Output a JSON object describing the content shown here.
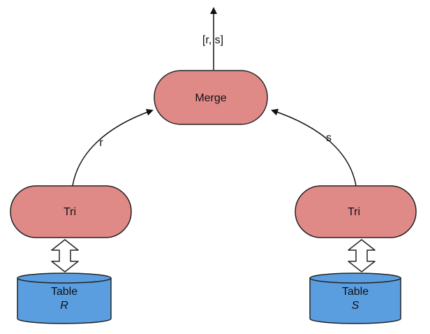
{
  "colors": {
    "operator_fill": "#e08a88",
    "operator_stroke": "#222222",
    "table_fill": "#5b9ee0",
    "table_stroke": "#222222",
    "edge_stroke": "#111111",
    "double_arrow_fill": "#ffffff"
  },
  "nodes": {
    "merge": {
      "label": "Merge"
    },
    "tri_left": {
      "label": "Tri"
    },
    "tri_right": {
      "label": "Tri"
    },
    "table_left": {
      "label": "Table",
      "name": "R"
    },
    "table_right": {
      "label": "Table",
      "name": "S"
    }
  },
  "edges": {
    "output": {
      "label": "[r, s]"
    },
    "left_to_merge": {
      "label": "r"
    },
    "right_to_merge": {
      "label": "s"
    }
  }
}
